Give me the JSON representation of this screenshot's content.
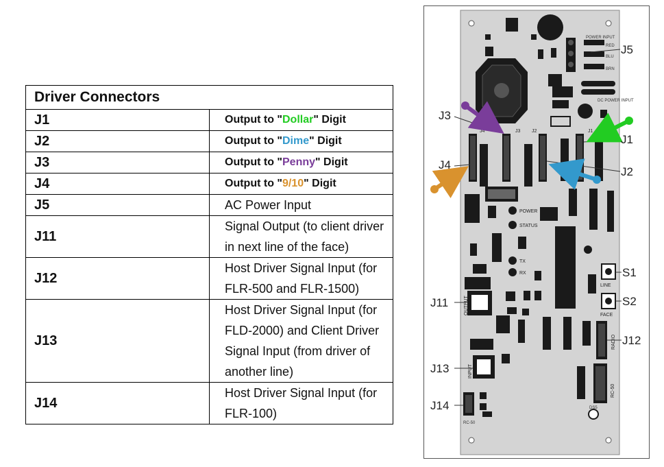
{
  "table": {
    "title": "Driver Connectors",
    "rows": [
      {
        "key": "J1",
        "prefix": "Output to \"",
        "highlight": "Dollar",
        "suffix": "\" Digit"
      },
      {
        "key": "J2",
        "prefix": "Output to \"",
        "highlight": "Dime",
        "suffix": "\" Digit"
      },
      {
        "key": "J3",
        "prefix": "Output to \"",
        "highlight": "Penny",
        "suffix": "\" Digit"
      },
      {
        "key": "J4",
        "prefix": "Output to \"",
        "highlight": "9/10",
        "suffix": "\" Digit"
      },
      {
        "key": "J5",
        "desc": "AC Power Input"
      },
      {
        "key": "J11",
        "desc": "Signal Output (to client driver in next line of the face)"
      },
      {
        "key": "J12",
        "desc": "Host Driver Signal Input (for FLR-500 and FLR-1500)"
      },
      {
        "key": "J13",
        "desc": "Host Driver Signal Input (for FLD-2000) and Client Driver Signal Input (from driver of another line)"
      },
      {
        "key": "J14",
        "desc": "Host Driver Signal Input (for FLR-100)"
      }
    ]
  },
  "colors": {
    "dollar": "#22cc22",
    "dime": "#3399cc",
    "penny": "#7a3d9a",
    "nine_tenths": "#d9922e",
    "board": "#d4d4d4",
    "component": "#1a1a1a"
  },
  "board": {
    "callouts": {
      "j1": "J1",
      "j2": "J2",
      "j3": "J3",
      "j4": "J4",
      "j5": "J5",
      "s1": "S1",
      "s2": "S2",
      "j11": "J11",
      "j12": "J12",
      "j13": "J13",
      "j14": "J14"
    },
    "silkscreen": {
      "power_input": "POWER INPUT",
      "red": "RED",
      "blu": "BLU",
      "brn": "BRN",
      "dc_power_input": "DC POWER INPUT",
      "j4": "J4",
      "j3": "J3",
      "j2": "J2",
      "j1": "J1",
      "power": "POWER",
      "status": "STATUS",
      "tx": "TX",
      "rx": "RX",
      "line": "LINE",
      "face": "FACE",
      "output": "OUTPUT",
      "input": "INPUT",
      "radio": "RADIO",
      "rc50": "RC-50",
      "ds5": "DS5",
      "rc50_bottom": "RC-50"
    }
  }
}
